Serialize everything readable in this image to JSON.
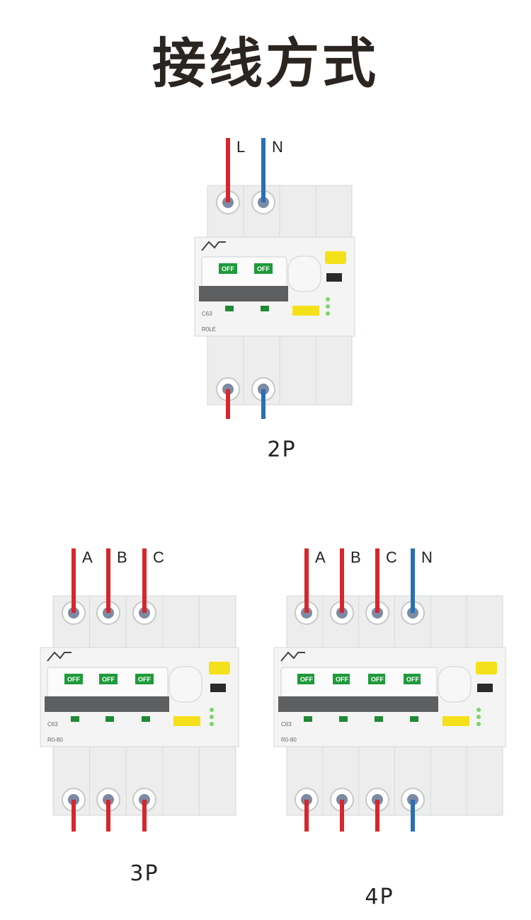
{
  "title": "接线方式",
  "colors": {
    "live": "#d6262e",
    "neutral": "#2a6fb5",
    "breaker_body": "#e7e9e8",
    "handle_bar": "#5e5f60",
    "off_tag": "#1f9a3a",
    "test_button": "#f5e11a"
  },
  "diagrams": [
    {
      "caption": "2P",
      "wire_labels": [
        "L",
        "N"
      ],
      "off_labels": [
        "OFF",
        "OFF"
      ],
      "rating": "C63",
      "model": "R0LE"
    },
    {
      "caption": "3P",
      "wire_labels": [
        "A",
        "B",
        "C"
      ],
      "off_labels": [
        "OFF",
        "OFF",
        "OFF"
      ],
      "rating": "C63",
      "model": "R0-80"
    },
    {
      "caption": "4P",
      "wire_labels": [
        "A",
        "B",
        "C",
        "N"
      ],
      "off_labels": [
        "OFF",
        "OFF",
        "OFF",
        "OFF"
      ],
      "rating": "C63",
      "model": "R0-80"
    }
  ]
}
